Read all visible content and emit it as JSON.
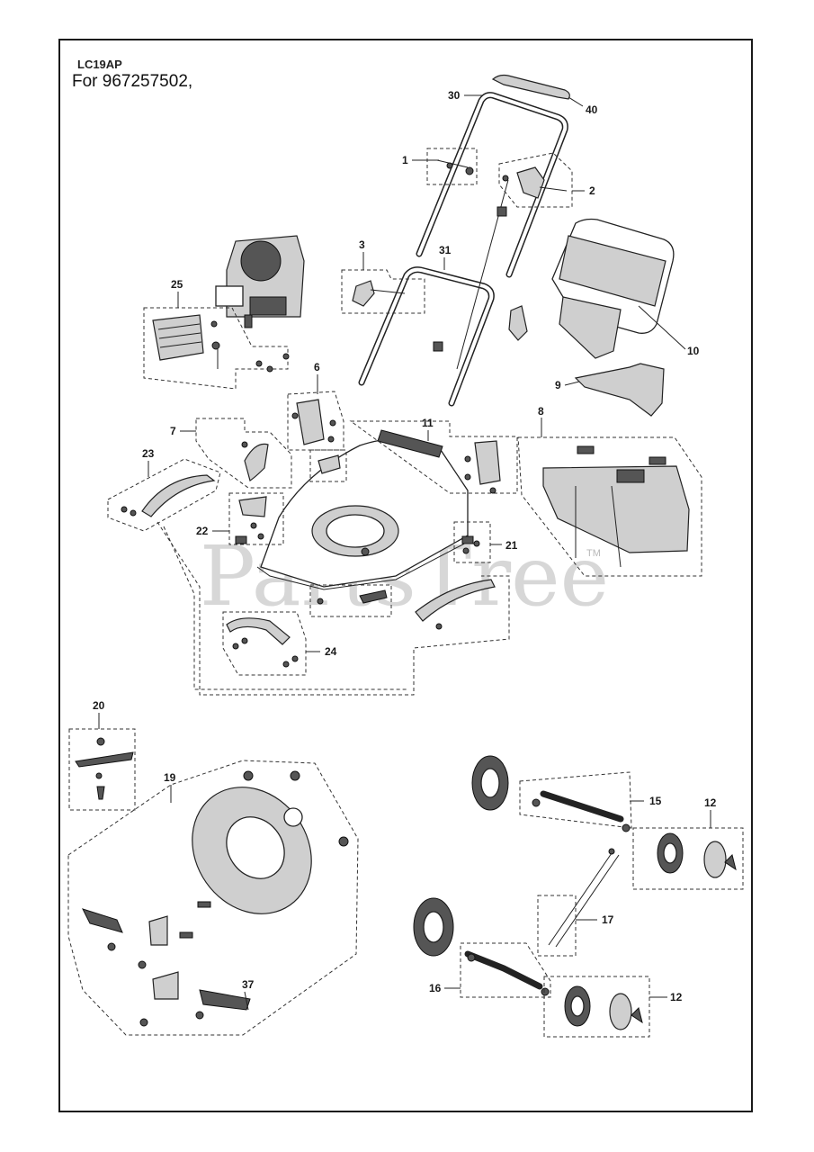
{
  "header": {
    "model_code": "LC19AP",
    "for_line": "For 967257502,"
  },
  "watermark": {
    "text": "PartsTree",
    "trademark": "TM"
  },
  "callouts": [
    "1",
    "2",
    "3",
    "6",
    "7",
    "8",
    "9",
    "10",
    "11",
    "12",
    "12",
    "15",
    "16",
    "17",
    "19",
    "20",
    "21",
    "22",
    "23",
    "24",
    "25",
    "30",
    "31",
    "37",
    "40"
  ],
  "colors": {
    "line": "#222222",
    "watermark": "#b8b8b8",
    "part_fill": "#cfcfcf"
  }
}
